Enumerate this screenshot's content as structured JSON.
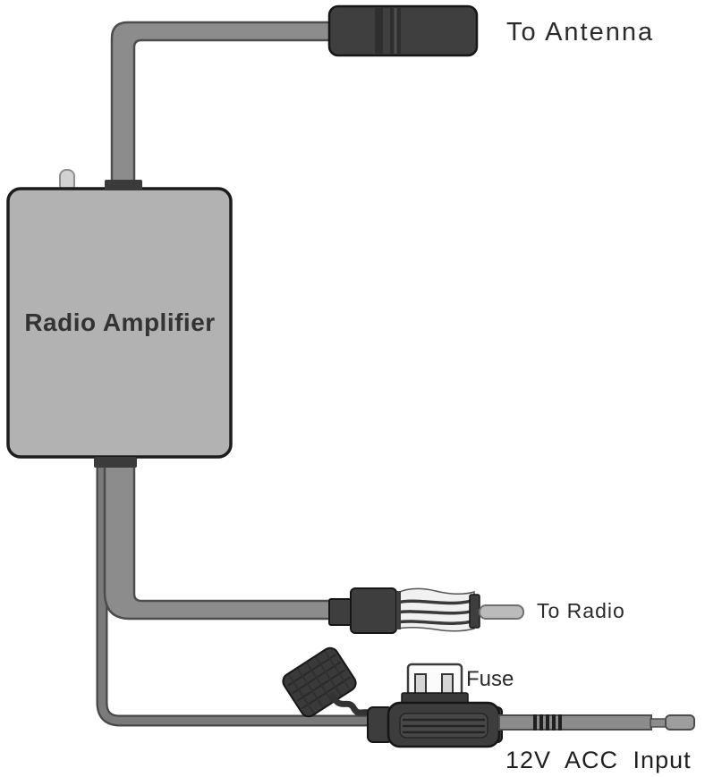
{
  "diagram": {
    "type": "wiring-diagram",
    "subject": "car radio antenna amplifier installation"
  },
  "labels": {
    "to_antenna": "To Antenna",
    "amplifier": "Radio Amplifier",
    "to_radio": "To Radio",
    "fuse": "Fuse",
    "power_input": "12V ACC Input"
  },
  "colors": {
    "background": "#ffffff",
    "cable_fill": "#8c8c8c",
    "cable_outline": "#4d4d4d",
    "power_cable_fill": "#7a7a7a",
    "amplifier_box_fill": "#b2b2b2",
    "amplifier_box_border": "#1c1c1c",
    "connector_dark": "#3e3e3e",
    "connector_border": "#161616",
    "fuse_body": "#fbfbfb",
    "pin_fill": "#bbbbbb",
    "text": "#2b2b2b"
  }
}
